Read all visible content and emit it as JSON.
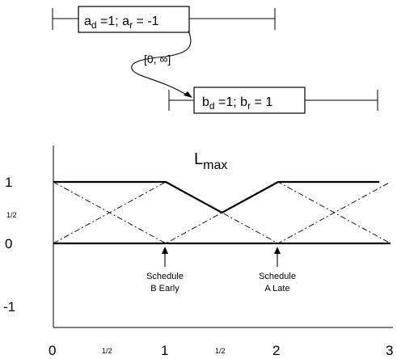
{
  "activity_a": {
    "main": "a",
    "d_sub": "d",
    "d_rest": " =1; a",
    "r_sub": "r",
    "r_rest": " = -1"
  },
  "activity_b": {
    "main": "b",
    "d_sub": "d",
    "d_rest": " =1; b",
    "r_sub": "r",
    "r_rest": " = 1"
  },
  "interval_label": "[0, ∞]",
  "graph": {
    "title_main": "L",
    "title_sub": "max",
    "y_ticks": [
      "1",
      "1/2",
      "0",
      "-1"
    ],
    "x_ticks": [
      "0",
      "1/2",
      "1",
      "1/2",
      "2",
      "3"
    ],
    "annotations": [
      {
        "line1": "Schedule",
        "line2": "B Early"
      },
      {
        "line1": "Schedule",
        "line2": "A Late"
      }
    ]
  },
  "chart_data": {
    "type": "line",
    "x_ticks_printed": [
      "0",
      "1/2",
      "1",
      "1/2",
      "2",
      "3"
    ],
    "y_ticks_printed": [
      "1",
      "1/2",
      "0",
      "-1"
    ],
    "xlim": [
      0,
      3
    ],
    "ylim": [
      -1.5,
      1.7
    ],
    "series": [
      {
        "style": "solid-bold",
        "x": [
          0,
          1,
          1.5,
          2,
          2.9
        ],
        "y": [
          1,
          1,
          0.5,
          1,
          1
        ]
      },
      {
        "style": "dash-dot",
        "x": [
          0,
          1,
          2,
          3
        ],
        "y": [
          1,
          0,
          1,
          0
        ]
      },
      {
        "style": "dash-dot",
        "x": [
          0,
          1,
          2,
          3
        ],
        "y": [
          0,
          1,
          0,
          1
        ]
      },
      {
        "style": "solid-bold",
        "x": [
          0,
          3
        ],
        "y": [
          0,
          0
        ]
      }
    ]
  }
}
